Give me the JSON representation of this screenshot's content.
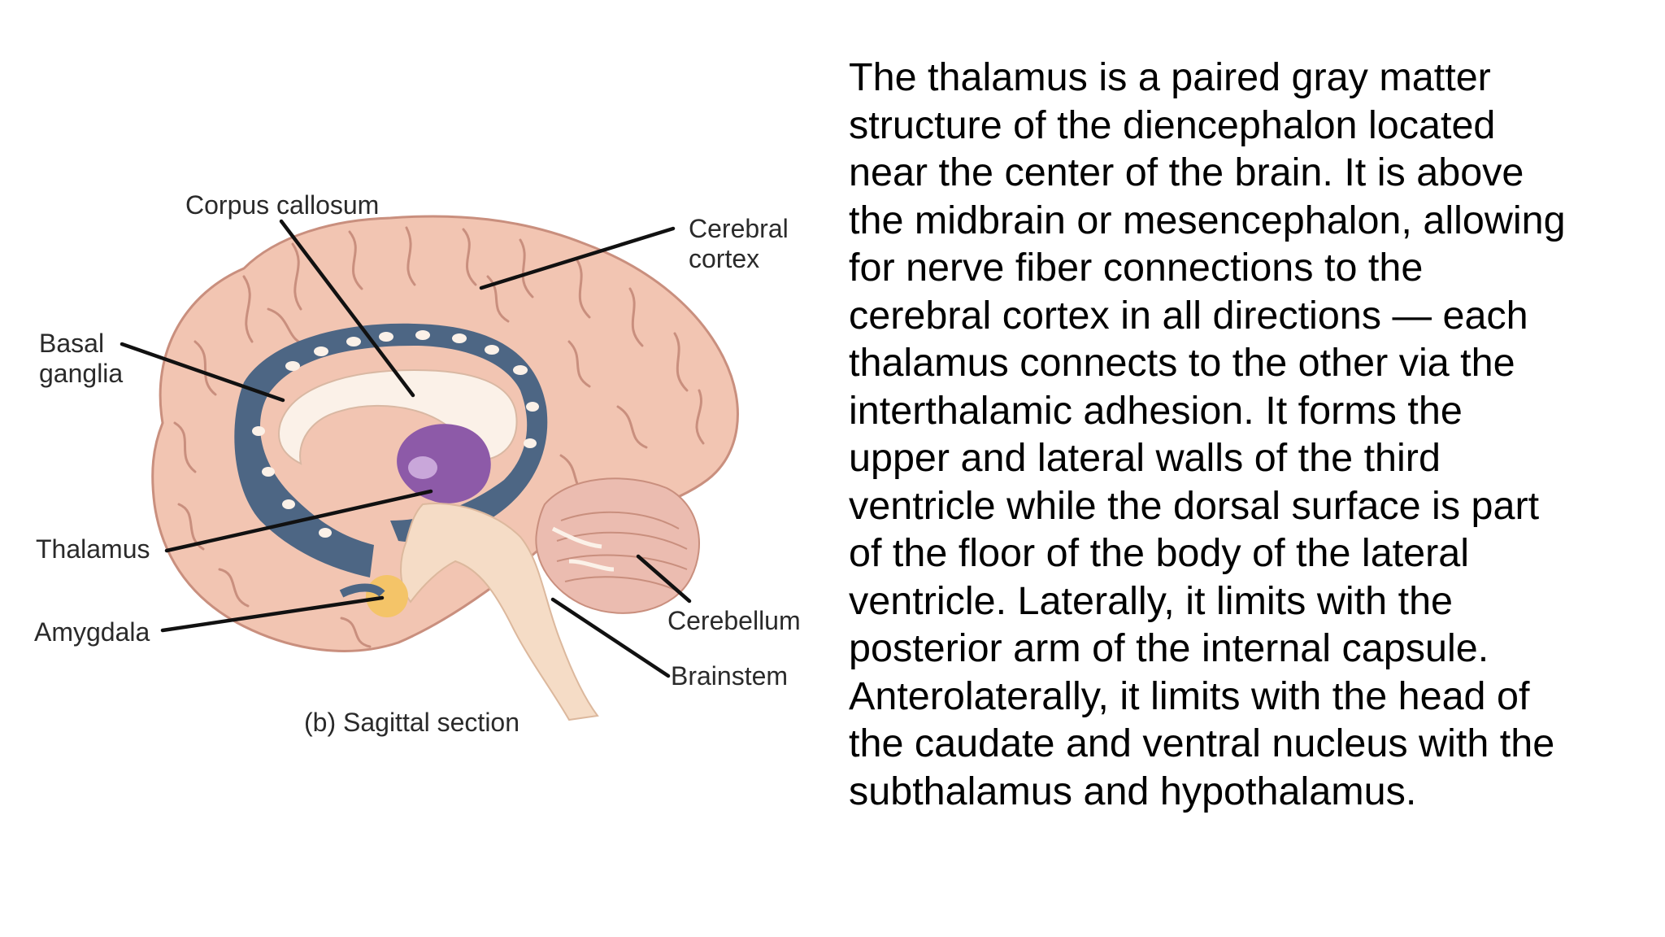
{
  "figure": {
    "labels": {
      "corpus_callosum": "Corpus callosum",
      "cerebral_cortex_line1": "Cerebral",
      "cerebral_cortex_line2": "cortex",
      "basal_ganglia_line1": "Basal",
      "basal_ganglia_line2": "ganglia",
      "thalamus": "Thalamus",
      "amygdala": "Amygdala",
      "cerebellum": "Cerebellum",
      "brainstem": "Brainstem"
    },
    "caption": "(b) Sagittal section",
    "colors": {
      "cortex": "#f2c5b2",
      "cortex_edge": "#c98f7e",
      "ventricle": "#4d6684",
      "corpus_callosum": "#fbf1e8",
      "thalamus": "#8d5aa8",
      "amygdala": "#f4c468",
      "brainstem": "#f5dcc6",
      "cerebellum": "#ebbcb0"
    }
  },
  "text": {
    "lines": [
      "The thalamus is a paired gray matter",
      "structure of the diencephalon located",
      "near the center of the brain. It is above",
      "the midbrain or mesencephalon, allowing",
      "for nerve fiber connections to the",
      "cerebral cortex in all directions — each",
      "thalamus connects to the other via the",
      "interthalamic adhesion. It forms the",
      "upper and lateral walls of the third",
      "ventricle while the dorsal surface is part",
      "of the floor of the body of the lateral",
      "ventricle. Laterally, it limits with the",
      "posterior arm of the internal capsule.",
      "Anterolaterally, it limits with the head of",
      "the caudate and ventral nucleus with the",
      "subthalamus and hypothalamus."
    ]
  }
}
